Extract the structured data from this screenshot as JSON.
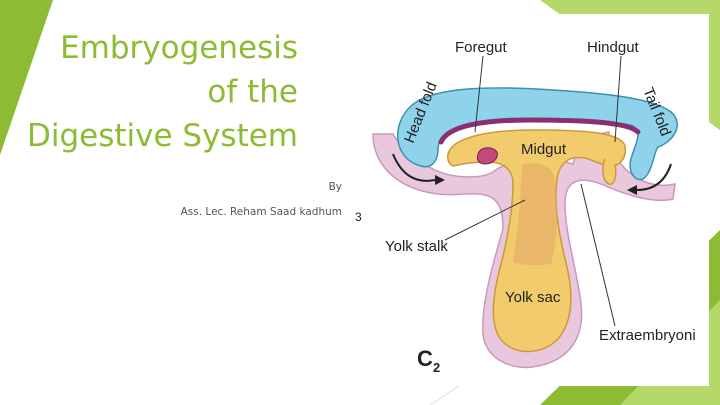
{
  "slide": {
    "title_line1": "Embryogenesis",
    "title_line2": "of the",
    "title_line3": "Digestive System",
    "by_label": "By",
    "author": "Ass. Lec. Reham Saad kadhum"
  },
  "figure": {
    "labels": {
      "foregut": "Foregut",
      "hindgut": "Hindgut",
      "head_fold": "Head fold",
      "tail_fold": "Tail fold",
      "midgut": "Midgut",
      "yolk_stalk": "Yolk stalk",
      "yolk_sac": "Yolk sac",
      "extraembryonic": "Extraembryoni",
      "panel_letter": "C",
      "panel_number": "2",
      "stray_mark": "3"
    }
  },
  "colors": {
    "accent_green": "#8dbb33",
    "light_green": "#b4d96a",
    "ectoderm_blue": "#8fd3ea",
    "endoderm_yellow": "#f2cb6c",
    "mesoderm_pink": "#e9c7dc",
    "gut_purple": "#8a2f72"
  }
}
